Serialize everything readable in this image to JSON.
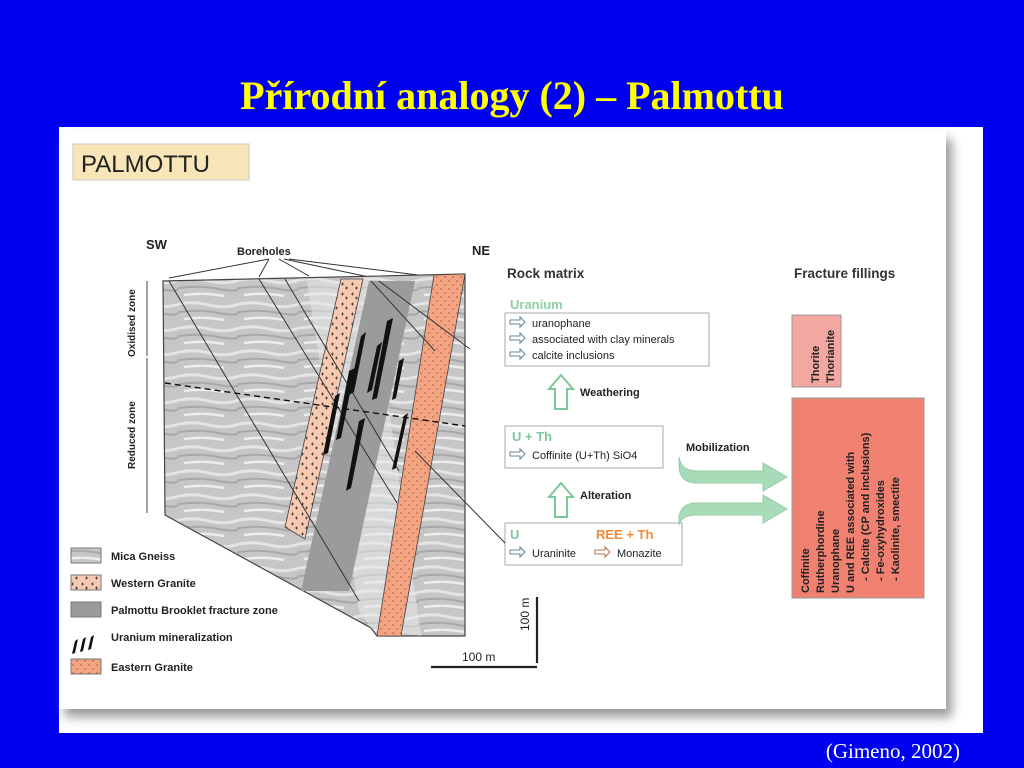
{
  "slide": {
    "title": "Přírodní analogy (2) – Palmottu",
    "citation": "(Gimeno, 2002)"
  },
  "diagram": {
    "heading": "PALMOTTU",
    "compass": {
      "left": "SW",
      "right": "NE"
    },
    "boreholes_label": "Boreholes",
    "zones": {
      "oxidised": "Oxidised zone",
      "reduced": "Reduced zone"
    },
    "scale": {
      "vertical": "100 m",
      "horizontal": "100 m"
    },
    "legend": [
      {
        "label": "Mica Gneiss",
        "swatch": "#c8c8c8"
      },
      {
        "label": "Western Granite",
        "swatch": "#f7c9b0"
      },
      {
        "label": "Palmottu Brooklet fracture zone",
        "swatch": "#9b9b9b"
      },
      {
        "label": "Uranium mineralization",
        "swatch": "#000000"
      },
      {
        "label": "Eastern Granite",
        "swatch": "#f2a482"
      }
    ],
    "rock_matrix": {
      "title": "Rock matrix",
      "uranium_box": {
        "title": "Uranium",
        "items": [
          "uranophane",
          "associated with clay minerals",
          "calcite inclusions"
        ]
      },
      "weathering_label": "Weathering",
      "u_th_box": {
        "title": "U + Th",
        "items": [
          "Coffinite (U+Th) SiO4"
        ]
      },
      "alteration_label": "Alteration",
      "u_ree_box": {
        "title_u": "U",
        "title_ree": "REE + Th",
        "item_u": "Uraninite",
        "item_ree": "Monazite"
      }
    },
    "mobilization_label": "Mobilization",
    "fracture_fillings": {
      "title": "Fracture fillings",
      "box1": [
        "Thorite",
        "Thorianite"
      ],
      "box2": [
        "Coffinite",
        "Rutherphordine",
        "Uranophane",
        "U and REE associated with",
        "- Calcite (CP and inclusions)",
        "- Fe-oxyhydroxides",
        "- Kaolinite, smectite"
      ]
    },
    "colors": {
      "uranium_title": "#8fd0a8",
      "u_th_title": "#7cc89a",
      "ree_title": "#f08a3c",
      "arrow_fill": "#a8dcb8",
      "fill_box1": "#f2a8a0",
      "fill_box2": "#f08070"
    }
  }
}
